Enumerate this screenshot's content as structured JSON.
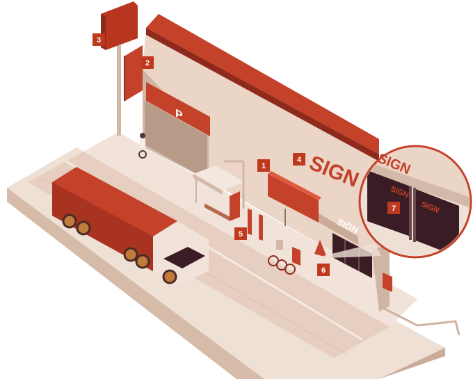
{
  "colors": {
    "brand_red": "#c4412a",
    "dark_red": "#8e2a1c",
    "wall_beige": "#e8d2c4",
    "wall_shade": "#cfb3a2",
    "ground": "#efe0d6",
    "street": "#e4cdbf",
    "marker_bg": "#c0391f",
    "glass_dark": "#3a1d24"
  },
  "markers": [
    "1",
    "2",
    "3",
    "4",
    "5",
    "6",
    "7"
  ],
  "signs": {
    "wall_sign": "SIGN",
    "canopy_sign": "SIGN",
    "window_sign_left": "SIGN",
    "window_sign_right": "SIGN",
    "zoom_partial": "SIGN",
    "parking": "P"
  },
  "icons": {
    "truck": "truck-icon",
    "cyclist": "person-on-unicycle-icon",
    "bikes": "bicycle-rack-icon",
    "bus_stop": "bus-shelter-icon",
    "magnifier": "zoom-circle-icon"
  }
}
